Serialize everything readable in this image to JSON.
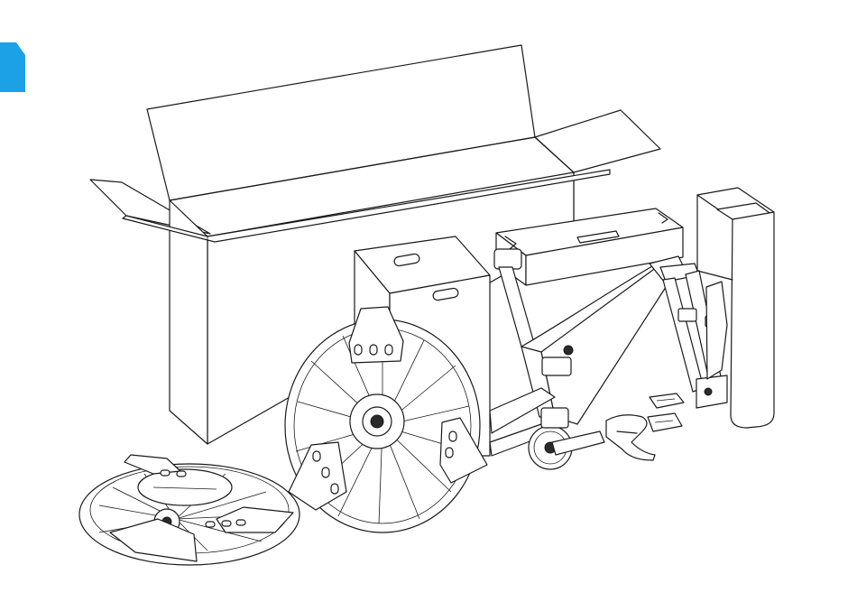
{
  "figure": {
    "accent_color": "#1da1e6",
    "line_color": "#1a1a1a",
    "background_color": "#ffffff",
    "components": [
      "shipping-box",
      "box-inner-divider",
      "rear-wheel-packed",
      "front-wheel-packed",
      "bike-frame",
      "top-tube-protector",
      "fork",
      "fork-box",
      "crankset",
      "saddle",
      "pedals"
    ]
  }
}
